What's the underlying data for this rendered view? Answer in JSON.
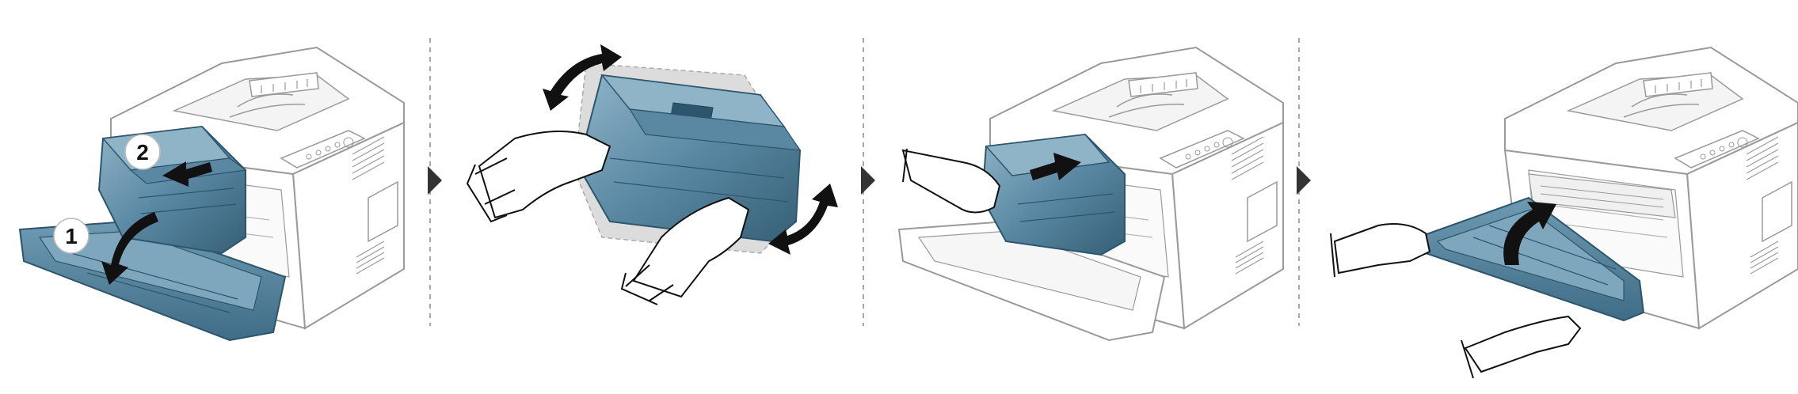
{
  "colors": {
    "accent": "#4f7e99",
    "accent_light": "#6f9ab3",
    "accent_dark": "#2d556b",
    "outline": "#9a9a9a",
    "separator": "#8a8a8a",
    "step_arrow": "#333333"
  },
  "steps": [
    {
      "callouts": [
        {
          "label": "2"
        },
        {
          "label": "1"
        }
      ]
    },
    {
      "callouts": []
    },
    {
      "callouts": []
    },
    {
      "callouts": []
    }
  ],
  "icons": {
    "step_separator": "dashed-line",
    "step_arrow": "triangle-right-icon",
    "rotate": "curved-double-arrow-icon",
    "direction": "arrow-icon"
  }
}
